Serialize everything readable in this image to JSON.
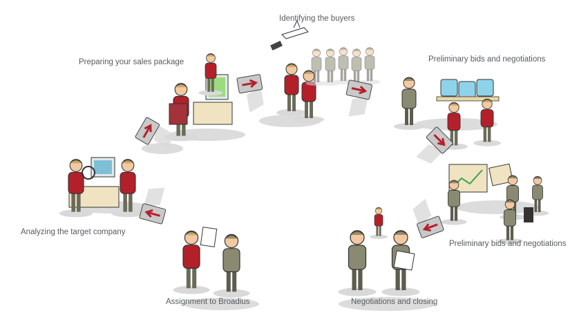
{
  "colors": {
    "shirt_red": "#b3202a",
    "shadow": "#d9d9d9",
    "sign_grey": "#c9c9c9",
    "skin": "#f2c9a0",
    "desk": "#f0e2bd",
    "text": "#555a5e"
  },
  "steps": [
    {
      "label": "Identifying the buyers",
      "icon": "buyers-with-binoculars-icon"
    },
    {
      "label": "Preliminary bids and negotiations",
      "icon": "presenting-boards-icon"
    },
    {
      "label": "Preliminary bids and negotiations",
      "icon": "reviewing-documents-icon"
    },
    {
      "label": "Negotiations and closing",
      "icon": "handshake-closing-icon"
    },
    {
      "label": "Assignment to Broadius",
      "icon": "handshake-assignment-icon"
    },
    {
      "label": "Analyzing the target company",
      "icon": "analysis-meeting-icon"
    },
    {
      "label": "Preparing your sales package",
      "icon": "computer-desk-icon"
    }
  ],
  "arrows": [
    "arrow-sign-icon",
    "arrow-sign-icon",
    "arrow-sign-icon",
    "arrow-sign-icon",
    "arrow-sign-icon",
    "arrow-sign-icon"
  ]
}
